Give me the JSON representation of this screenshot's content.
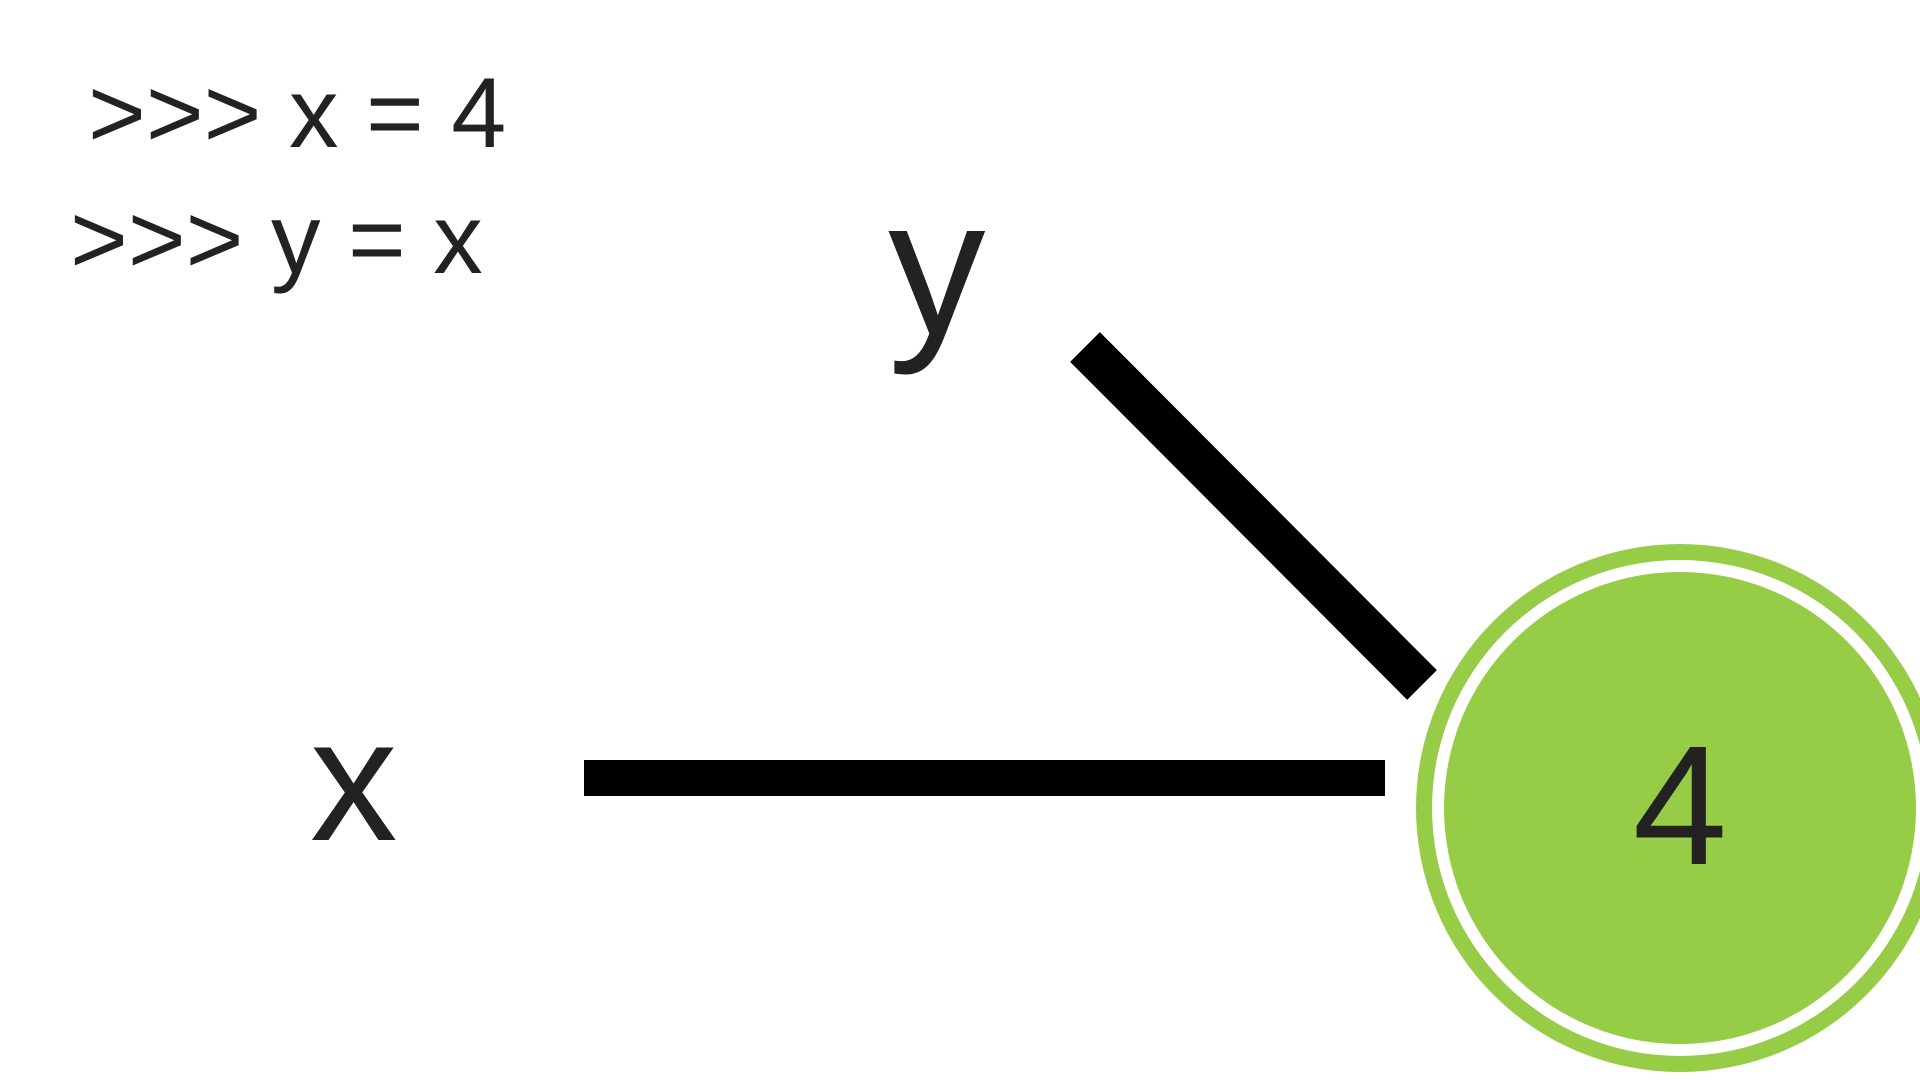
{
  "code": {
    "line1": ">>> x = 4",
    "line2": ">>> y = x"
  },
  "variables": {
    "y": "y",
    "x": "x"
  },
  "value_object": {
    "value": "4",
    "fill_color": "#96CC46",
    "ring_color": "#96CC46"
  },
  "colors": {
    "reference_line": "#000000",
    "text": "#222222",
    "background": "#ffffff"
  }
}
